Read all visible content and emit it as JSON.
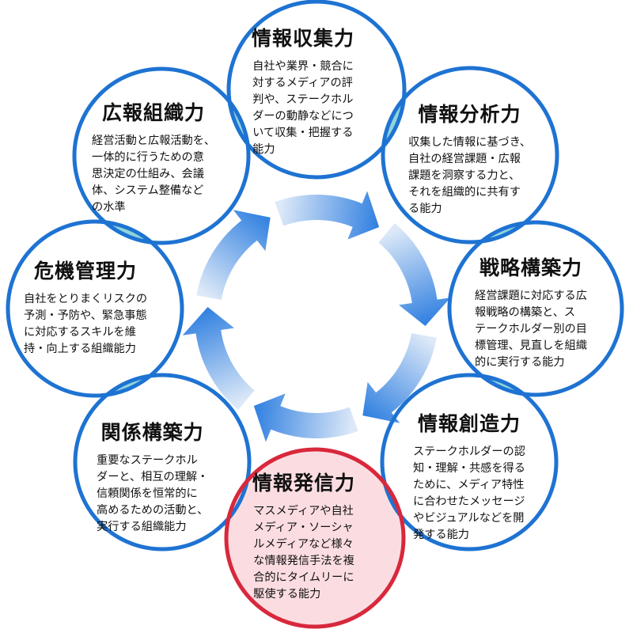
{
  "colors": {
    "circle_stroke": "#1e73d2",
    "highlight_stroke": "#d8283c",
    "highlight_fill": "#fbdde1",
    "overlap_fill": "#8fd4dc",
    "arrow_light": "#dde9f8",
    "arrow_dark": "#2f7fe0"
  },
  "nodes": [
    {
      "key": "gather",
      "title": "情報収集力",
      "highlight": false,
      "lines": [
        "自社や業界・競合に",
        "対するメディアの評",
        "判や、ステークホル",
        "ダーの動静などにつ",
        "いて収集・把握する",
        "能力"
      ]
    },
    {
      "key": "analyze",
      "title": "情報分析力",
      "highlight": false,
      "lines": [
        "収集した情報に基づき、",
        "自社の経営課題・広報",
        "課題を洞察する力と、",
        "それを組織的に共有す",
        "る能力"
      ]
    },
    {
      "key": "strategy",
      "title": "戦略構築力",
      "highlight": false,
      "lines": [
        "経営課題に対応する広",
        "報戦略の構築と、ス",
        "テークホルダー別の目",
        "標管理、見直しを組織",
        "的に実行する能力"
      ]
    },
    {
      "key": "create",
      "title": "情報創造力",
      "highlight": false,
      "lines": [
        "ステークホルダーの認",
        "知・理解・共感を得る",
        "ために、メディア特性",
        "に合わせたメッセージ",
        "やビジュアルなどを開",
        "発する能力"
      ]
    },
    {
      "key": "transmit",
      "title": "情報発信力",
      "highlight": true,
      "lines": [
        "マスメディアや自社",
        "メディア・ソーシャ",
        "ルメディアなど様々",
        "な情報発信手法を複",
        "合的にタイムリーに",
        "駆使する能力"
      ]
    },
    {
      "key": "relation",
      "title": "関係構築力",
      "highlight": false,
      "lines": [
        "重要なステークホル",
        "ダーと、相互の理解・",
        "信頼関係を恒常的に",
        "高めるための活動と、",
        "実行する組織能力"
      ]
    },
    {
      "key": "crisis",
      "title": "危機管理力",
      "highlight": false,
      "lines": [
        "自社をとりまくリスクの",
        "予測・予防や、緊急事態",
        "に対応するスキルを維",
        "持・向上する組織能力"
      ]
    },
    {
      "key": "org",
      "title": "広報組織力",
      "highlight": false,
      "lines": [
        "経営活動と広報活動を、",
        "一体的に行うための意",
        "思決定の仕組み、会議",
        "体、システム整備など",
        "の水準"
      ]
    }
  ]
}
